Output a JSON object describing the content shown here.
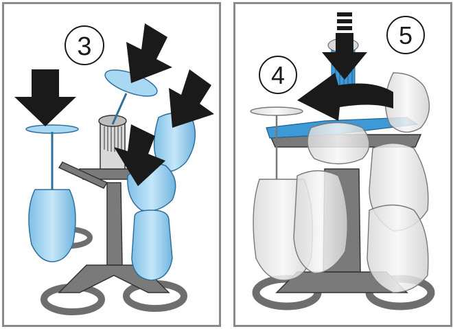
{
  "steps": {
    "left": {
      "step_number": "3"
    },
    "right": {
      "number_a": "4",
      "number_b": "5"
    }
  },
  "colors": {
    "glass_blue": "#a9d8f2",
    "glass_blue_dark": "#3f8cc0",
    "glass_clear": "#f2f2f2",
    "rack_grey": "#6e6e6e",
    "arrow_black": "#1a1a1a",
    "accent_blue": "#3d9ad6",
    "frame_grey": "#8a8a8a"
  },
  "icons": [
    "arrow-down-icon",
    "arrow-left-icon",
    "wine-glass-icon",
    "glass-rack-icon"
  ]
}
